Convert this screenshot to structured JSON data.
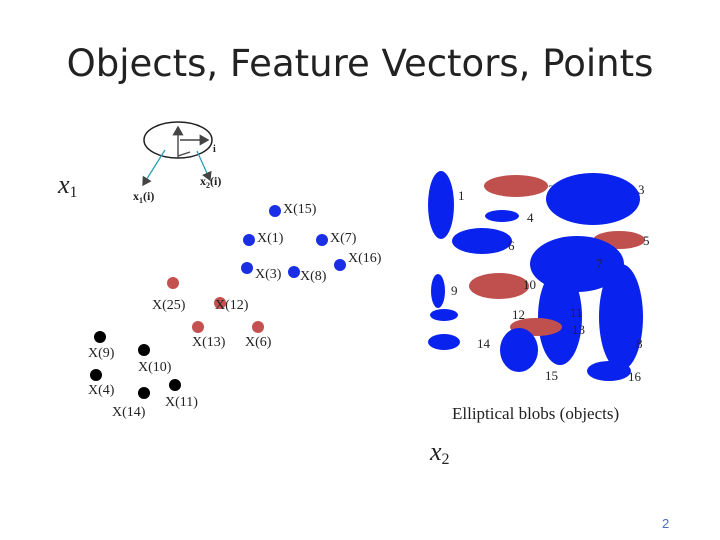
{
  "title": "Objects, Feature Vectors, Points",
  "colors": {
    "blue": "#1a2ee6",
    "red": "#c45050",
    "black": "#000000",
    "ellipse_blue": "#0a22ee",
    "ellipse_red": "#c0504d"
  },
  "inset": {
    "i_label": "i",
    "x1_label": "x",
    "x1_sub": "1",
    "x1_arg": "(i)",
    "x2_label": "x",
    "x2_sub": "2",
    "x2_arg": "(i)"
  },
  "axes": {
    "x1": "x",
    "x1_sub": "1",
    "x2": "x",
    "x2_sub": "2"
  },
  "points": [
    {
      "label": "X(15)",
      "color": "blue"
    },
    {
      "label": "X(1)",
      "color": "blue"
    },
    {
      "label": "X(7)",
      "color": "blue"
    },
    {
      "label": "X(16)",
      "color": "blue"
    },
    {
      "label": "X(3)",
      "color": "blue"
    },
    {
      "label": "X(8)",
      "color": "blue"
    },
    {
      "label": "X(25)",
      "color": "red"
    },
    {
      "label": "X(12)",
      "color": "red"
    },
    {
      "label": "X(13)",
      "color": "red"
    },
    {
      "label": "X(6)",
      "color": "red"
    },
    {
      "label": "X(9)",
      "color": "black"
    },
    {
      "label": "X(10)",
      "color": "black"
    },
    {
      "label": "X(4)",
      "color": "black"
    },
    {
      "label": "X(14)",
      "color": "black"
    },
    {
      "label": "X(11)",
      "color": "black"
    }
  ],
  "blobs": [
    {
      "label": "1",
      "color": "blue"
    },
    {
      "label": "2",
      "color": "red"
    },
    {
      "label": "3",
      "color": "blue"
    },
    {
      "label": "4",
      "color": "blue"
    },
    {
      "label": "5",
      "color": "red"
    },
    {
      "label": "6",
      "color": "blue"
    },
    {
      "label": "7",
      "color": "blue"
    },
    {
      "label": "8",
      "color": "blue"
    },
    {
      "label": "9",
      "color": "blue"
    },
    {
      "label": "10",
      "color": "red"
    },
    {
      "label": "11",
      "color": "blue"
    },
    {
      "label": "12",
      "color": "blue"
    },
    {
      "label": "13",
      "color": "red"
    },
    {
      "label": "14",
      "color": "blue"
    },
    {
      "label": "15",
      "color": "blue"
    },
    {
      "label": "16",
      "color": "blue"
    }
  ],
  "caption": "Elliptical blobs (objects)",
  "page_number": "2"
}
